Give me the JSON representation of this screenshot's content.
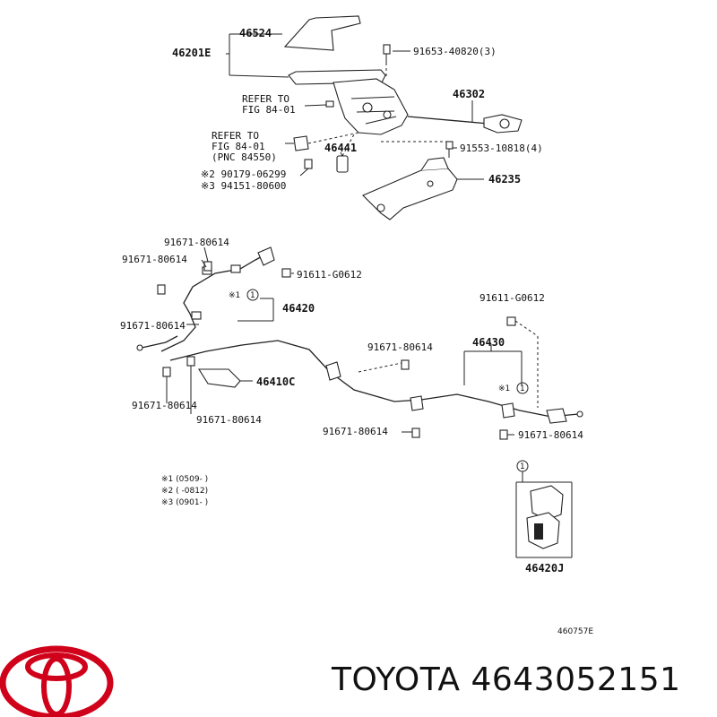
{
  "diagram": {
    "labels": {
      "p46524": "46524",
      "p46201E": "46201E",
      "p91653": "91653-40820(3)",
      "refer1_a": "REFER TO",
      "refer1_b": "FIG 84-01",
      "p46302": "46302",
      "refer2_a": "REFER TO",
      "refer2_b": "FIG 84-01",
      "refer2_c": "(PNC 84550)",
      "p46441": "46441",
      "p91553": "91553-10818(4)",
      "p90179": "※2 90179-06299",
      "p94151": "※3 94151-80600",
      "p46235": "46235",
      "p91671_a": "91671-80614",
      "p91671_b": "91671-80614",
      "p91611_a": "91611-G0612",
      "ref1_a": "※1",
      "p46420": "46420",
      "p91671_c": "91671-80614",
      "p91611_b": "91611-G0612",
      "p91671_d": "91671-80614",
      "p46430": "46430",
      "p46410C": "46410C",
      "ref1_b": "※1",
      "p91671_e": "91671-80614",
      "p91671_f": "91671-80614",
      "p91671_g": "91671-80614",
      "p91671_h": "91671-80614",
      "circle_1": "1",
      "p46420J": "46420J",
      "note1": "※1 (0509-       )",
      "note2": "※2 (       -0812)",
      "note3": "※3 (0901-       )",
      "figure_id": "460757E"
    }
  },
  "footer": {
    "brand_text": "TOYOTA 4643052151",
    "logo_color": "#d0021b"
  }
}
